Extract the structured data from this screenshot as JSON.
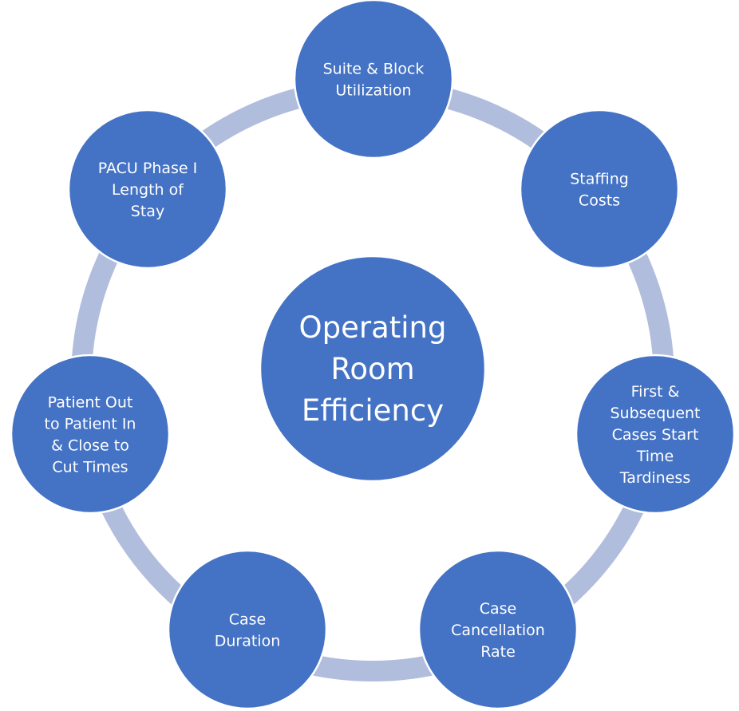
{
  "diagram": {
    "type": "cycle",
    "colors": {
      "node_fill": "#4472C4",
      "node_stroke": "#ffffff",
      "ring": "#B1BDDD",
      "text": "#ffffff"
    },
    "center": {
      "label_lines": [
        "Operating",
        "Room",
        "Efficiency"
      ]
    },
    "nodes": [
      {
        "id": "suite-block-utilization",
        "label_lines": [
          "Suite & Block",
          "Utilization"
        ]
      },
      {
        "id": "staffing-costs",
        "label_lines": [
          "Staffing",
          "Costs"
        ]
      },
      {
        "id": "start-time-tardiness",
        "label_lines": [
          "First &",
          "Subsequent",
          "Cases Start",
          "Time",
          "Tardiness"
        ]
      },
      {
        "id": "case-cancellation-rate",
        "label_lines": [
          "Case",
          "Cancellation",
          "Rate"
        ]
      },
      {
        "id": "case-duration",
        "label_lines": [
          "Case",
          "Duration"
        ]
      },
      {
        "id": "patient-out-patient-in",
        "label_lines": [
          "Patient Out",
          "to Patient In",
          "& Close to",
          "Cut Times"
        ]
      },
      {
        "id": "pacu-length-of-stay",
        "label_lines": [
          "PACU Phase I",
          "Length of",
          "Stay"
        ]
      }
    ]
  }
}
